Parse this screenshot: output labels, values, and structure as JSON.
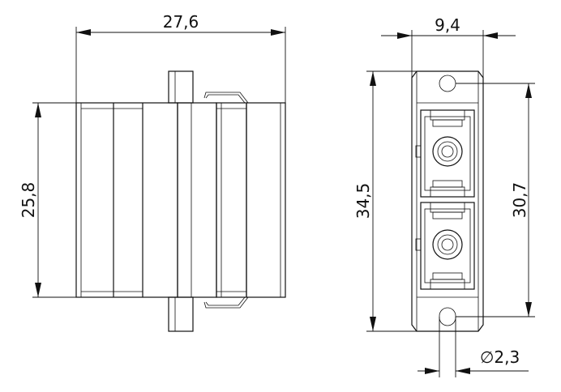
{
  "dimensions": {
    "overall_width": "27,6",
    "overall_height": "25,8",
    "panel_width": "9,4",
    "panel_height": "34,5",
    "hole_spacing": "30,7",
    "hole_diameter": "∅2,3"
  },
  "colors": {
    "line": "#111111",
    "background": "#ffffff"
  }
}
